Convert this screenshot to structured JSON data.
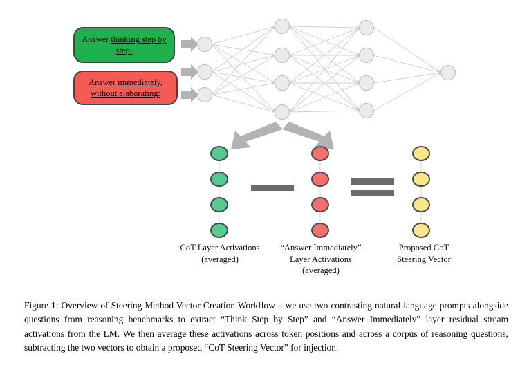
{
  "figure": {
    "caption": "Figure 1: Overview of Steering Method Vector Creation Workflow – we use two contrasting natural language prompts alongside questions from reasoning benchmarks to extract “Think Step by Step” and “Answer Immediately” layer residual stream activations from the LM. We then average these activations across token positions and across a corpus of reasoning questions, subtracting the two vectors to obtain a proposed “CoT Steering Vector” for injection."
  },
  "prompts": {
    "cot": {
      "text_plain": "Answer thinking step by step:",
      "segment_leading": "Answer ",
      "segment_underlined": "thinking step by step:",
      "fill_color": "#1fb14e",
      "border_color": "#444444"
    },
    "immediate": {
      "text_plain": "Answer immediately, without elaborating:",
      "segment_leading": "Answer ",
      "segment_underlined_a": "immediately,",
      "segment_underlined_b": "without elaborating:",
      "fill_color": "#f55b55",
      "border_color": "#444444"
    }
  },
  "network": {
    "node_fill": "#ebebeb",
    "node_stroke": "#c4c4c4",
    "edge_color": "#cfcfcf",
    "arrow_color": "#b3b3b3",
    "layers": [
      {
        "name": "input-layer",
        "count": 3
      },
      {
        "name": "hidden-layer-1",
        "count": 4
      },
      {
        "name": "hidden-layer-2",
        "count": 4
      },
      {
        "name": "output-layer",
        "count": 1
      }
    ]
  },
  "vectors": {
    "cot": {
      "name": "cot-activation-vector",
      "node_count": 4,
      "fill_color": "#55cc8f",
      "stroke_color": "#4a4a4a",
      "label_line1": "CoT Layer Activations",
      "label_line2": "(averaged)"
    },
    "immediate": {
      "name": "answer-immediately-activation-vector",
      "node_count": 4,
      "fill_color": "#f4706c",
      "stroke_color": "#4a4a4a",
      "label_line1": "“Answer Immediately”",
      "label_line2": "Layer Activations",
      "label_line3": "(averaged)"
    },
    "steering": {
      "name": "proposed-cot-steering-vector",
      "node_count": 4,
      "fill_color": "#f9e58a",
      "stroke_color": "#4a4a4a",
      "label_line1": "Proposed CoT",
      "label_line2": "Steering Vector"
    }
  },
  "operators": {
    "minus": {
      "symbol": "minus-sign",
      "color": "#6b6b6b"
    },
    "equals": {
      "symbol": "equals-sign",
      "color": "#6b6b6b"
    }
  }
}
